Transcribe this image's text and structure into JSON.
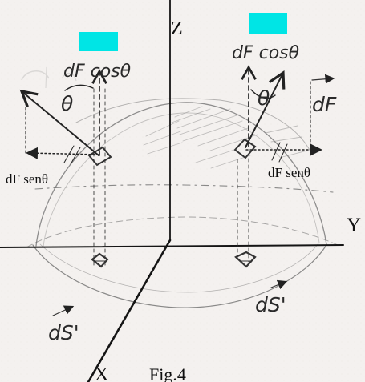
{
  "labels": {
    "z_axis": "Z",
    "y_axis": "Y",
    "x_axis": "X",
    "figure_caption": "Fig.4",
    "left_vertical_component": "dF cosθ",
    "right_vertical_component": "dF cosθ",
    "left_horizontal_component": "dF senθ",
    "right_horizontal_component": "dF senθ",
    "left_angle": "θ",
    "right_angle": "θ",
    "right_force": "dF",
    "left_area_element": "dS'",
    "right_area_element": "dS'"
  },
  "colors": {
    "highlight": "#00e5e5",
    "ink": "#111111",
    "pencil": "#555555",
    "paper": "#f4f1ef"
  }
}
